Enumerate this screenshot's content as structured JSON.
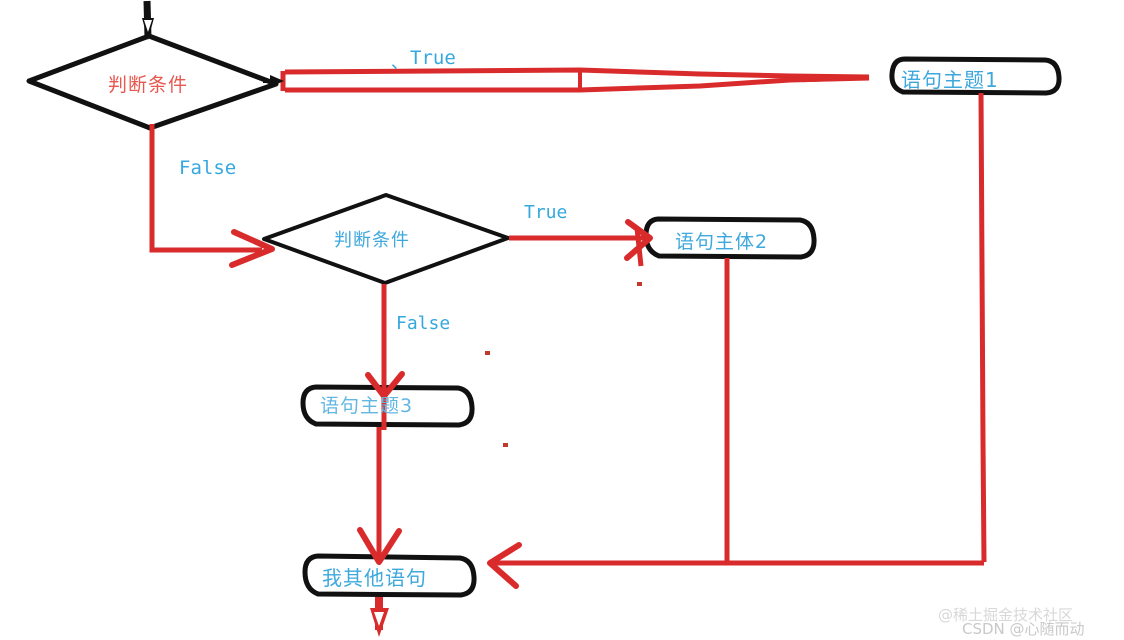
{
  "diagram": {
    "type": "flowchart",
    "style": "hand-drawn whiteboard sketch",
    "colors": {
      "shape_outline": "#111111",
      "arrow_red": "#d92b2b",
      "text_cyan": "#3ea8dd",
      "text_red": "#e8584f",
      "background": "#ffffff"
    },
    "nodes": [
      {
        "id": "d1",
        "shape": "diamond",
        "label": "判断条件",
        "text_color": "#e8584f",
        "outline": "#111111"
      },
      {
        "id": "b1",
        "shape": "rounded-rect",
        "label": "语句主题1",
        "text_color": "#3ea8dd",
        "outline": "#111111"
      },
      {
        "id": "d2",
        "shape": "diamond",
        "label": "判断条件",
        "text_color": "#3ea8dd",
        "outline": "#111111"
      },
      {
        "id": "b2",
        "shape": "rounded-rect",
        "label": "语句主体2",
        "text_color": "#3ea8dd",
        "outline": "#111111"
      },
      {
        "id": "b3",
        "shape": "rounded-rect",
        "label": "语句主题3",
        "text_color": "#62b6e2",
        "outline": "#111111"
      },
      {
        "id": "b4",
        "shape": "rounded-rect",
        "label": "我其他语句",
        "text_color": "#3ea8dd",
        "outline": "#111111"
      }
    ],
    "edge_labels": {
      "true_1": "True",
      "false_1": "False",
      "true_2": "True",
      "false_2": "False",
      "tick_mark": "、"
    },
    "edges": [
      {
        "from": "entry",
        "to": "d1",
        "label": "",
        "color": "#111111"
      },
      {
        "from": "d1",
        "to": "b1",
        "label": "True",
        "color": "#d92b2b"
      },
      {
        "from": "d1",
        "to": "d2",
        "label": "False",
        "color": "#d92b2b"
      },
      {
        "from": "d2",
        "to": "b2",
        "label": "True",
        "color": "#d92b2b"
      },
      {
        "from": "d2",
        "to": "b3",
        "label": "False",
        "color": "#d92b2b"
      },
      {
        "from": "b3",
        "to": "b4",
        "label": "",
        "color": "#d92b2b"
      },
      {
        "from": "b2",
        "to": "b4",
        "label": "",
        "color": "#d92b2b"
      },
      {
        "from": "b1",
        "to": "b4",
        "label": "",
        "color": "#d92b2b"
      },
      {
        "from": "b4",
        "to": "exit",
        "label": "",
        "color": "#d92b2b"
      }
    ]
  },
  "watermarks": {
    "juejin": "@稀土掘金技术社区",
    "csdn": "CSDN @心随而动"
  }
}
